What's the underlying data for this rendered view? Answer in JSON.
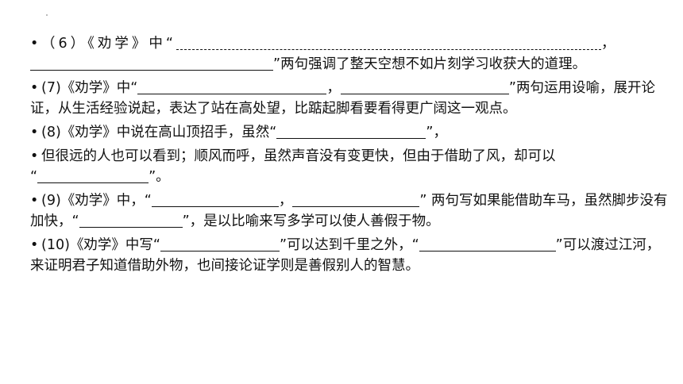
{
  "items": [
    {
      "num": "（6）",
      "before": "《劝学》中“",
      "mid": "”两句强调了整天空想不如片刻学习收获大的道理。",
      "comma": "，"
    },
    {
      "num": "(7)",
      "before": "《劝学》中“",
      "comma": "，",
      "after": "”两句运用设喻，展开论证，从生活经验说起，表达了站在高处望，比踮起脚看要看得更广阔这一观点。"
    },
    {
      "num": "(8)",
      "before": "《劝学》中说在高山顶招手，虽然“",
      "after": "”，"
    },
    {
      "before": "但很远的人也可以看到；顺风而呼，虽然声音没有变更快，但由于借助了风，却可以",
      "open": "“",
      "after": "”。"
    },
    {
      "num": "(9)",
      "before": "《劝学》中，“",
      "comma": "，",
      "after": "” 两句写如果能借助车马，虽然脚步没有加快，“",
      "after2": "”，是以比喻来写多学可以使人善假于物。"
    },
    {
      "num": "(10)",
      "before": "《劝学》中写“",
      "after": "”可以达到千里之外，“",
      "after2": "”可以渡过江河，来证明君子知道借助外物，也间接论证学则是善假别人的智慧。"
    }
  ]
}
